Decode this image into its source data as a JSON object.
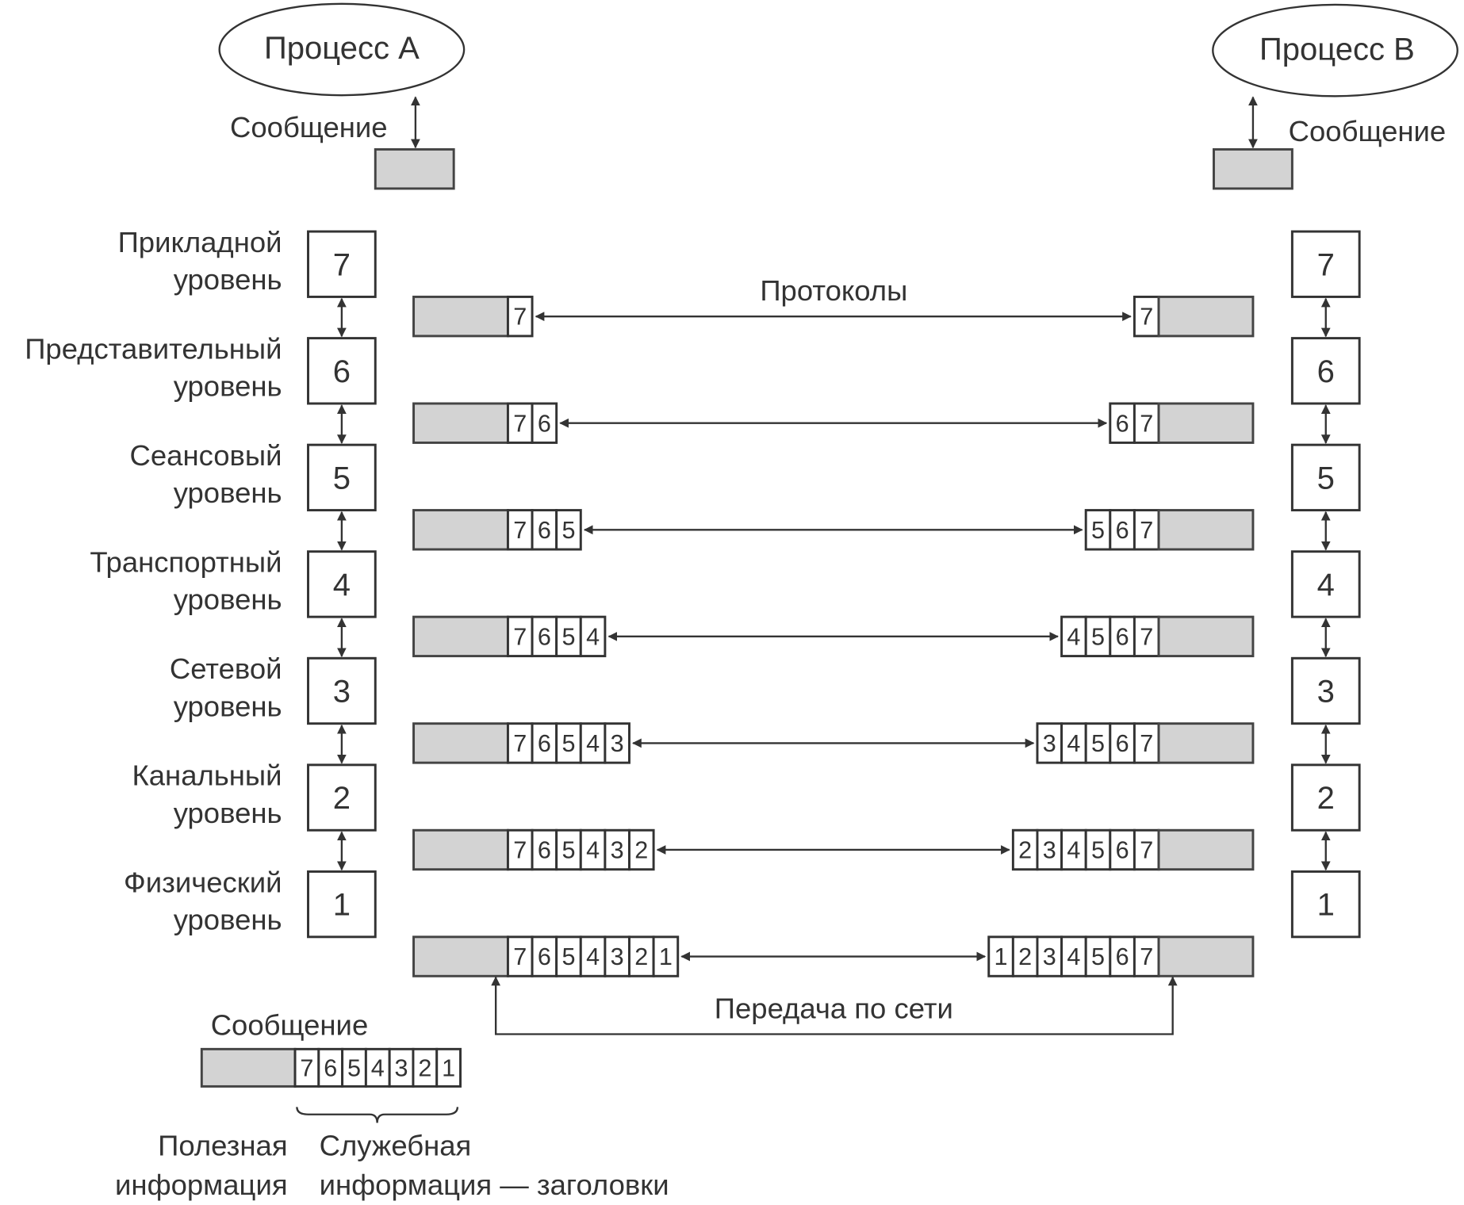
{
  "process_a": {
    "title": "Процесс A",
    "message_label": "Сообщение"
  },
  "process_b": {
    "title": "Процесс B",
    "message_label": "Сообщение"
  },
  "layers": [
    {
      "number": "7",
      "name_line1": "Прикладной",
      "name_line2": "уровень"
    },
    {
      "number": "6",
      "name_line1": "Представительный",
      "name_line2": "уровень"
    },
    {
      "number": "5",
      "name_line1": "Сеансовый",
      "name_line2": "уровень"
    },
    {
      "number": "4",
      "name_line1": "Транспортный",
      "name_line2": "уровень"
    },
    {
      "number": "3",
      "name_line1": "Сетевой",
      "name_line2": "уровень"
    },
    {
      "number": "2",
      "name_line1": "Канальный",
      "name_line2": "уровень"
    },
    {
      "number": "1",
      "name_line1": "Физический",
      "name_line2": "уровень"
    }
  ],
  "protocols_label": "Протоколы",
  "network_label": "Передача по сети",
  "stacks": [
    {
      "sender_headers": [
        "7"
      ],
      "receiver_headers": [
        "7"
      ]
    },
    {
      "sender_headers": [
        "7",
        "6"
      ],
      "receiver_headers": [
        "6",
        "7"
      ]
    },
    {
      "sender_headers": [
        "7",
        "6",
        "5"
      ],
      "receiver_headers": [
        "5",
        "6",
        "7"
      ]
    },
    {
      "sender_headers": [
        "7",
        "6",
        "5",
        "4"
      ],
      "receiver_headers": [
        "4",
        "5",
        "6",
        "7"
      ]
    },
    {
      "sender_headers": [
        "7",
        "6",
        "5",
        "4",
        "3"
      ],
      "receiver_headers": [
        "3",
        "4",
        "5",
        "6",
        "7"
      ]
    },
    {
      "sender_headers": [
        "7",
        "6",
        "5",
        "4",
        "3",
        "2"
      ],
      "receiver_headers": [
        "2",
        "3",
        "4",
        "5",
        "6",
        "7"
      ]
    },
    {
      "sender_headers": [
        "7",
        "6",
        "5",
        "4",
        "3",
        "2",
        "1"
      ],
      "receiver_headers": [
        "1",
        "2",
        "3",
        "4",
        "5",
        "6",
        "7"
      ]
    }
  ],
  "legend": {
    "title": "Сообщение",
    "headers": [
      "7",
      "6",
      "5",
      "4",
      "3",
      "2",
      "1"
    ],
    "payload_line1": "Полезная",
    "payload_line2": "информация",
    "service_line1": "Служебная",
    "service_line2": "информация — заголовки"
  },
  "colors": {
    "payload": "#d3d3d3",
    "stroke": "#333333"
  }
}
